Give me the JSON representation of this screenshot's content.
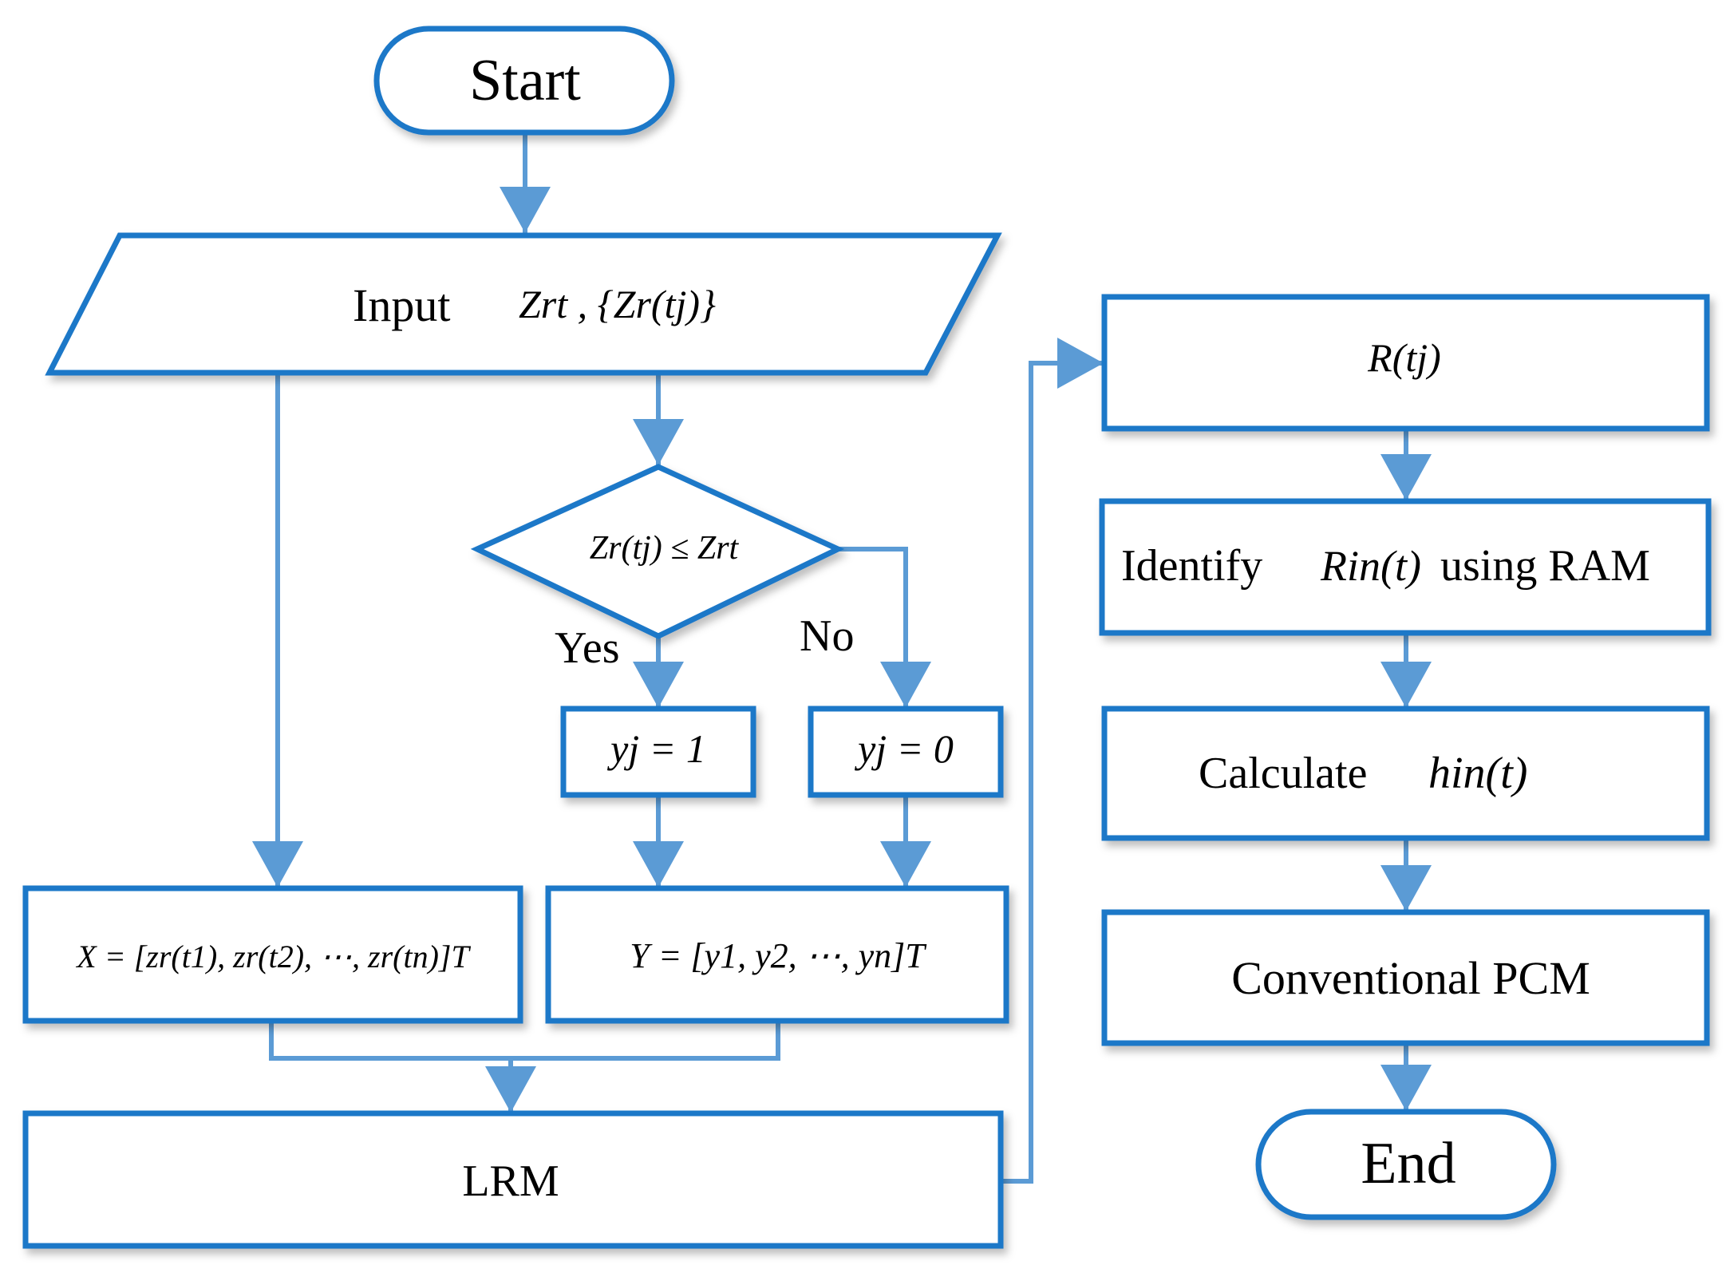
{
  "colors": {
    "shape_stroke": "#1f78c8",
    "connector": "#5b9bd5",
    "text": "#000000"
  },
  "nodes": {
    "start": {
      "label": "Start"
    },
    "input": {
      "label": "Input",
      "formula": "Zrt , {Zr(tj)}"
    },
    "decision": {
      "formula": "Zr(tj) ≤ Zrt"
    },
    "yes_label": "Yes",
    "no_label": "No",
    "y_one": {
      "formula": "yj = 1"
    },
    "y_zero": {
      "formula": "yj = 0"
    },
    "x_vector": {
      "formula": "X = [zr(t1), zr(t2), ⋯, zr(tn)]T"
    },
    "y_vector": {
      "formula": "Y = [y1, y2, ⋯, yn]T"
    },
    "lrm": {
      "label": "LRM"
    },
    "r_tj": {
      "formula": "R(tj)"
    },
    "identify": {
      "label": "Identify",
      "formula": "Rin(t)",
      "suffix": "using RAM"
    },
    "calculate": {
      "label": "Calculate",
      "formula": "hin(t)"
    },
    "pcm": {
      "label": "Conventional PCM"
    },
    "end": {
      "label": "End"
    }
  }
}
